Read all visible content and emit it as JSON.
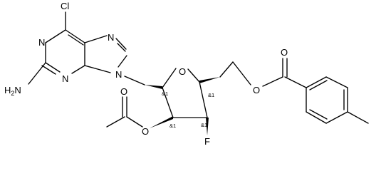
{
  "atoms": {
    "cl": "Cl",
    "n1": "N",
    "n3": "N",
    "n7": "N",
    "n9": "N",
    "nh2": "H2N",
    "o_ring": "O",
    "o_ester_link": "O",
    "o_carbonyl_right": "O",
    "o_acetate_link": "O",
    "o_carbonyl_left": "O",
    "f": "F"
  },
  "stereo_labels": {
    "c1": "&1",
    "c2": "&1",
    "c3": "&1",
    "c4": "&1"
  },
  "colors": {
    "bonds": "#000000",
    "background": "#ffffff"
  }
}
